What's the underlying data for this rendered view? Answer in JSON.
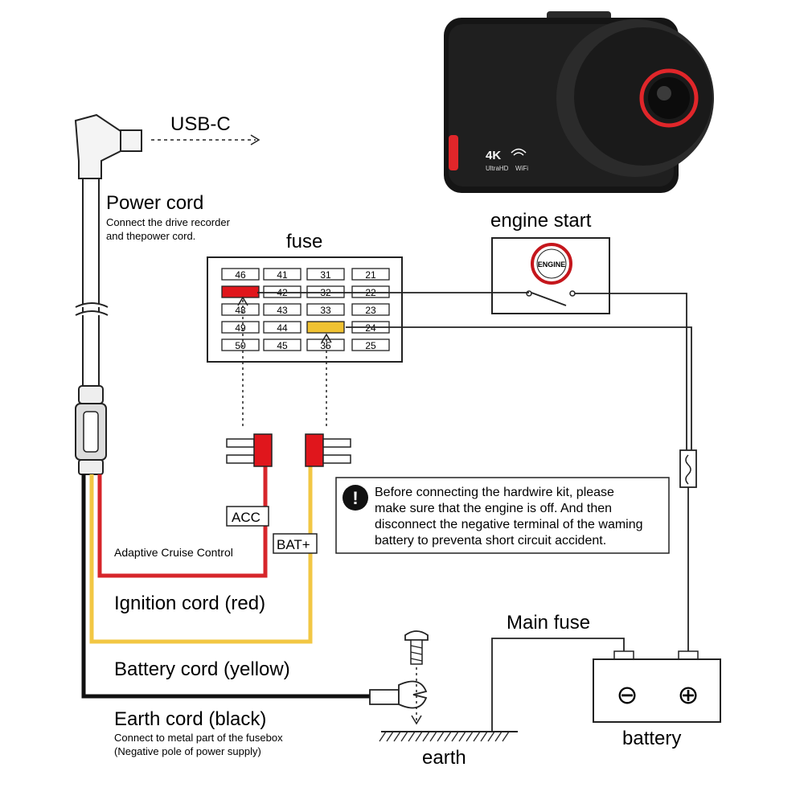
{
  "labels": {
    "usb": "USB-C",
    "power_cord_title": "Power cord",
    "power_cord_desc_1": "Connect the drive recorder",
    "power_cord_desc_2": "and thepower cord.",
    "fuse_title": "fuse",
    "engine_start": "engine start",
    "engine_badge": "ENGINE",
    "acc_tag": "ACC",
    "bat_tag": "BAT+",
    "adaptive": "Adaptive Cruise Control",
    "ignition": "Ignition cord (red)",
    "battery_cord": "Battery cord (yellow)",
    "earth_cord": "Earth cord (black)",
    "earth_desc_1": "Connect to metal part of the fusebox",
    "earth_desc_2": "(Negative pole of power supply)",
    "main_fuse": "Main fuse",
    "battery": "battery",
    "earth": "earth",
    "minus": "⊖",
    "plus": "⊕",
    "camera_4k": "4K",
    "camera_uhd": "UltraHD",
    "camera_wifi": "WiFi"
  },
  "warning": {
    "icon": "!",
    "line1": "Before connecting the hardwire kit, please",
    "line2": "make sure that the engine is off. And then",
    "line3": "disconnect the negative terminal of the waming",
    "line4": "battery to preventa short circuit accident."
  },
  "fuse_grid": [
    [
      "46",
      "41",
      "31",
      "21"
    ],
    [
      "",
      "42",
      "32",
      "22"
    ],
    [
      "48",
      "43",
      "33",
      "23"
    ],
    [
      "49",
      "44",
      "",
      "24"
    ],
    [
      "50",
      "45",
      "35",
      "25"
    ]
  ],
  "colors": {
    "red_wire": "#d7262b",
    "yellow_wire": "#f2c744",
    "black_wire": "#111111",
    "red_fuse": "#e0161c",
    "yellow_fuse": "#f0c232",
    "camera_ring": "#e0262a"
  }
}
